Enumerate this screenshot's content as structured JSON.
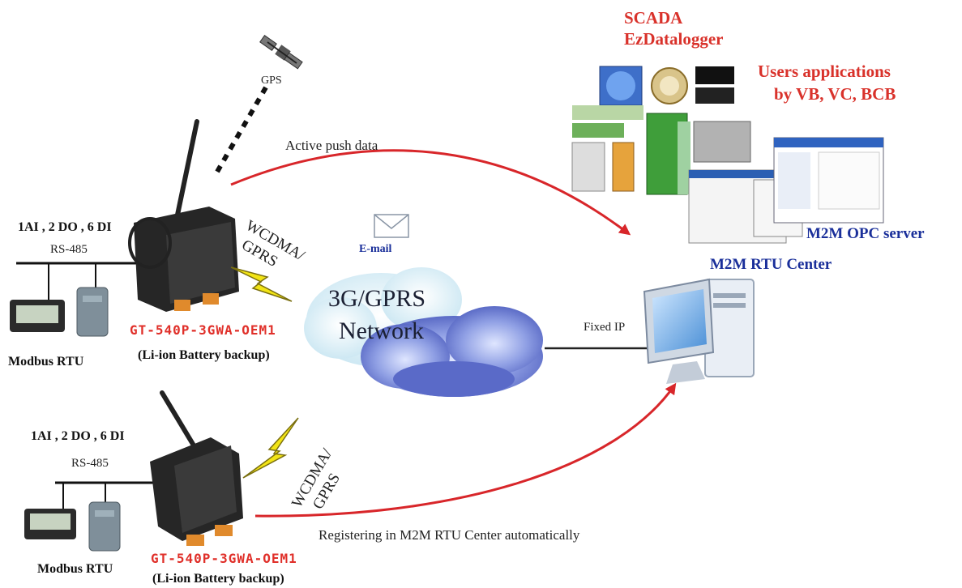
{
  "header": {
    "scada": "SCADA",
    "ezdatalogger": "EzDatalogger",
    "users_apps_line1": "Users applications",
    "users_apps_line2": "by VB, VC, BCB"
  },
  "labels": {
    "gps": "GPS",
    "active_push": "Active push data",
    "email": "E-mail",
    "wcdma_top_1": "WCDMA/",
    "wcdma_top_2": "GPRS",
    "wcdma_bot_1": "WCDMA/",
    "wcdma_bot_2": "GPRS",
    "network_1": "3G/GPRS",
    "network_2": "Network",
    "fixed_ip": "Fixed IP",
    "m2m_opc": "M2M OPC server",
    "m2m_rtu_center": "M2M RTU Center",
    "registering": "Registering in M2M RTU Center automatically"
  },
  "devices": {
    "top": {
      "io": "1AI , 2 DO , 6 DI",
      "bus": "RS-485",
      "model": "GT-540P-3GWA-OEM1",
      "battery": "(Li-ion Battery backup)",
      "modbus": "Modbus RTU"
    },
    "bottom": {
      "io": "1AI , 2 DO , 6 DI",
      "bus": "RS-485",
      "model": "GT-540P-3GWA-OEM1",
      "battery": "(Li-ion Battery backup)",
      "modbus": "Modbus RTU"
    }
  },
  "colors": {
    "arrow": "#d8262a",
    "title_red": "#d9322b",
    "navy": "#1a2f9a",
    "cloud": "#7f8fd8",
    "device": "#2a2a2a"
  },
  "icons": {
    "satellite": "satellite-icon",
    "envelope": "envelope-icon",
    "lightning": "lightning-icon",
    "computer": "computer-icon",
    "cloud": "cloud-icon"
  }
}
